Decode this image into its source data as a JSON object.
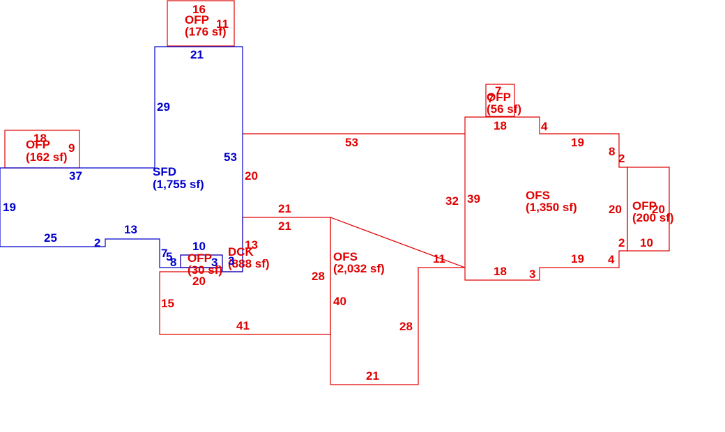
{
  "colors": {
    "existing": "#e00000",
    "main": "#0000cc"
  },
  "areas": {
    "sfd": {
      "code": "SFD",
      "area": "(1,755 sf)"
    },
    "ofp_top": {
      "code": "OFP",
      "area": "(176 sf)"
    },
    "ofp_left": {
      "code": "OFP",
      "area": "(162 sf)"
    },
    "ofp_small": {
      "code": "OFP",
      "area": "(56 sf)"
    },
    "ofp_right": {
      "code": "OFP",
      "area": "(200 sf)"
    },
    "ofp_porch": {
      "code": "OFP",
      "area": "(30 sf)"
    },
    "dck": {
      "code": "DCK",
      "area": "(888 sf)"
    },
    "ofs_mid": {
      "code": "OFS",
      "area": "(2,032 sf)"
    },
    "ofs_right": {
      "code": "OFS",
      "area": "(1,350 sf)"
    }
  },
  "dimensions": {
    "blue": [
      "21",
      "29",
      "53",
      "37",
      "19",
      "25",
      "2",
      "13",
      "7",
      "5",
      "8",
      "10",
      "3",
      "3"
    ],
    "red": [
      "16",
      "11",
      "18",
      "9",
      "7",
      "7",
      "18",
      "4",
      "19",
      "8",
      "2",
      "53",
      "20",
      "20",
      "20",
      "2",
      "10",
      "32",
      "39",
      "19",
      "4",
      "18",
      "3",
      "11",
      "21",
      "21",
      "13",
      "20",
      "28",
      "40",
      "15",
      "41",
      "28",
      "21"
    ]
  }
}
